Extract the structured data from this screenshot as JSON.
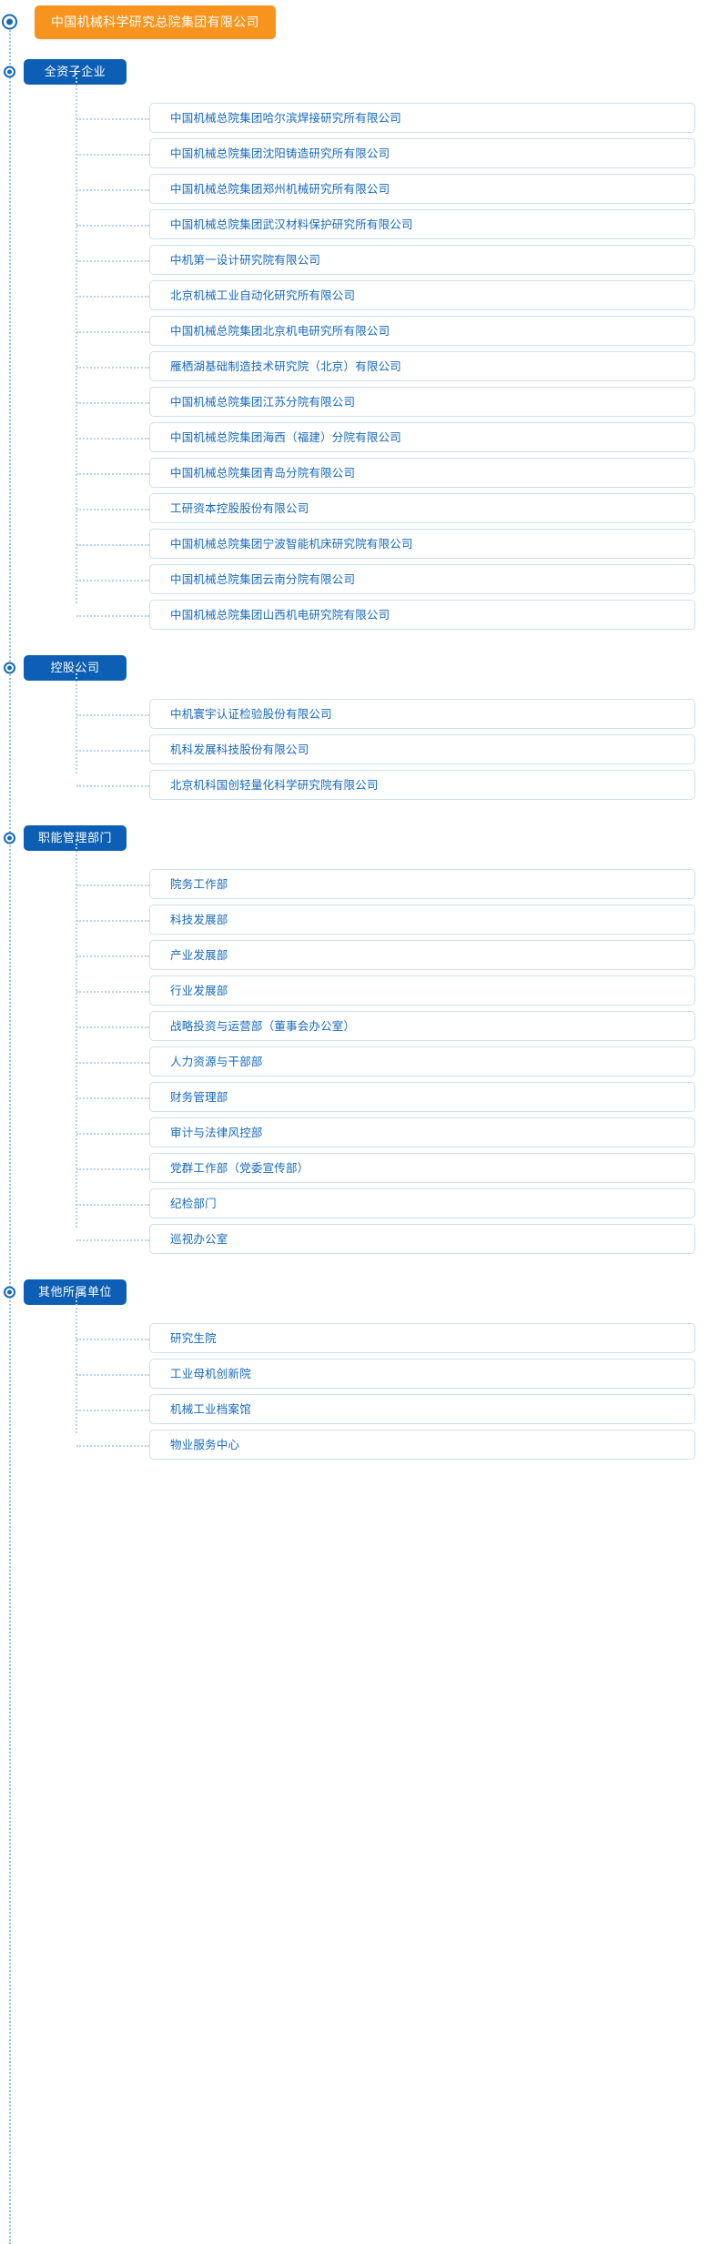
{
  "root": {
    "label": "中国机械科学研究总院集团有限公司",
    "color": "#f7941d"
  },
  "theme": {
    "group_color": "#0c5fb5",
    "card_text_color": "#1569bd",
    "card_border_color": "#cfe0f0",
    "connector_color": "#b9d3ea"
  },
  "groups": [
    {
      "label": "全资子企业",
      "items": [
        {
          "label": "中国机械总院集团哈尔滨焊接研究所有限公司"
        },
        {
          "label": "中国机械总院集团沈阳铸造研究所有限公司"
        },
        {
          "label": "中国机械总院集团郑州机械研究所有限公司"
        },
        {
          "label": "中国机械总院集团武汉材料保护研究所有限公司"
        },
        {
          "label": "中机第一设计研究院有限公司"
        },
        {
          "label": "北京机械工业自动化研究所有限公司"
        },
        {
          "label": "中国机械总院集团北京机电研究所有限公司"
        },
        {
          "label": "雁栖湖基础制造技术研究院（北京）有限公司"
        },
        {
          "label": "中国机械总院集团江苏分院有限公司"
        },
        {
          "label": "中国机械总院集团海西（福建）分院有限公司"
        },
        {
          "label": "中国机械总院集团青岛分院有限公司"
        },
        {
          "label": "工研资本控股股份有限公司"
        },
        {
          "label": "中国机械总院集团宁波智能机床研究院有限公司"
        },
        {
          "label": "中国机械总院集团云南分院有限公司"
        },
        {
          "label": "中国机械总院集团山西机电研究院有限公司"
        }
      ]
    },
    {
      "label": "控股公司",
      "items": [
        {
          "label": "中机寰宇认证检验股份有限公司"
        },
        {
          "label": "机科发展科技股份有限公司"
        },
        {
          "label": "北京机科国创轻量化科学研究院有限公司"
        }
      ]
    },
    {
      "label": "职能管理部门",
      "items": [
        {
          "label": "院务工作部"
        },
        {
          "label": "科技发展部"
        },
        {
          "label": "产业发展部"
        },
        {
          "label": "行业发展部"
        },
        {
          "label": "战略投资与运营部（董事会办公室）"
        },
        {
          "label": "人力资源与干部部"
        },
        {
          "label": "财务管理部"
        },
        {
          "label": "审计与法律风控部"
        },
        {
          "label": "党群工作部（党委宣传部）"
        },
        {
          "label": "纪检部门"
        },
        {
          "label": "巡视办公室"
        }
      ]
    },
    {
      "label": "其他所属单位",
      "items": [
        {
          "label": "研究生院"
        },
        {
          "label": "工业母机创新院"
        },
        {
          "label": "机械工业档案馆"
        },
        {
          "label": "物业服务中心"
        }
      ]
    }
  ]
}
